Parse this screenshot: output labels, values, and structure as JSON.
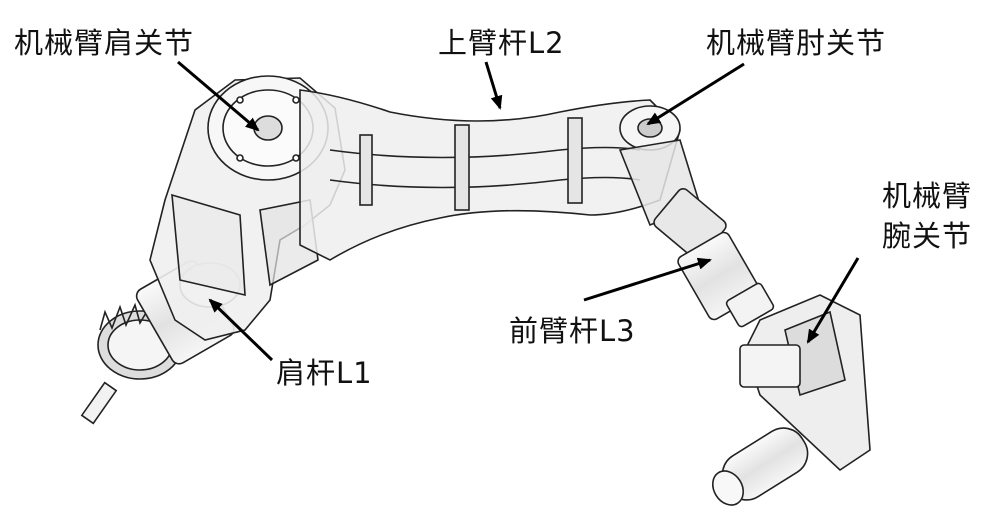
{
  "labels": {
    "shoulder_joint": "机械臂肩关节",
    "upper_arm": "上臂杆L2",
    "elbow_joint": "机械臂肘关节",
    "wrist_joint_line1": "机械臂",
    "wrist_joint_line2": "腕关节",
    "forearm": "前臂杆L3",
    "shoulder_rod": "肩杆L1"
  },
  "colors": {
    "line": "#222222",
    "shell_fill": "#f1f1f1",
    "shell_dark": "#cfcfcf",
    "arrow": "#000000"
  }
}
